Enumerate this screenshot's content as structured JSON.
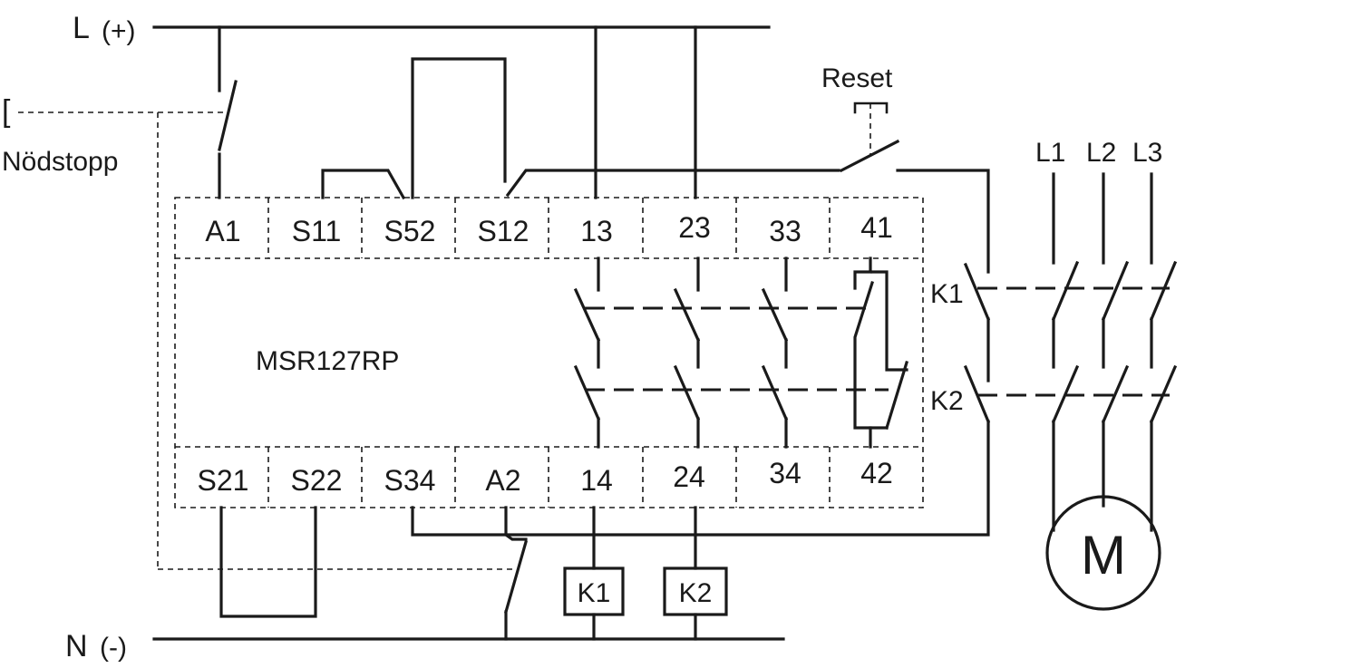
{
  "rails": {
    "top_label": "L",
    "top_polarity": "(+)",
    "bottom_label": "N",
    "bottom_polarity": "(-)"
  },
  "emergency_stop": {
    "label": "Nödstopp",
    "symbol": "["
  },
  "reset": {
    "label": "Reset"
  },
  "device": {
    "model": "MSR127RP"
  },
  "terminals_top": [
    "A1",
    "S11",
    "S52",
    "S12",
    "13",
    "23",
    "33",
    "41"
  ],
  "terminals_bottom": [
    "S21",
    "S22",
    "S34",
    "A2",
    "14",
    "24",
    "34",
    "42"
  ],
  "contactor_labels": {
    "k1": "K1",
    "k2": "K2"
  },
  "coils": [
    "K1",
    "K2"
  ],
  "phases": [
    "L1",
    "L2",
    "L3"
  ],
  "motor": {
    "label": "M"
  }
}
